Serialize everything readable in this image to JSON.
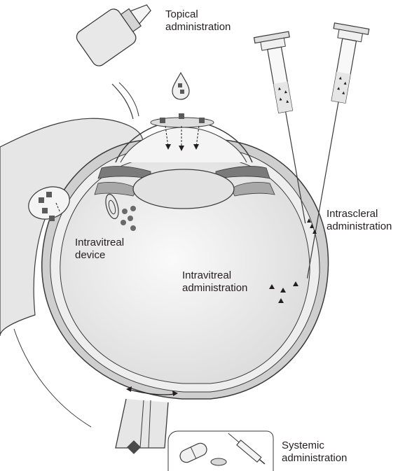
{
  "labels": {
    "topical": [
      "Topical",
      "administration"
    ],
    "intrascleral": [
      "Intrascleral",
      "administration"
    ],
    "device": [
      "Intravitreal",
      "device"
    ],
    "intravitreal": [
      "Intravitreal",
      "administration"
    ],
    "systemic": [
      "Systemic",
      "administration"
    ]
  },
  "colors": {
    "stroke": "#3a3a3a",
    "fill_light": "#ececec",
    "fill_mid": "#d2d2d2",
    "fill_dark": "#9a9a9a",
    "drug": "#5a5a5a"
  },
  "icons": [
    "eye-drop-bottle-icon",
    "drop-icon",
    "syringe-icon",
    "pill-capsule-icon",
    "tablet-icon",
    "needle-icon",
    "diamond-particle-icon",
    "triangle-particle-icon",
    "square-particle-icon"
  ]
}
